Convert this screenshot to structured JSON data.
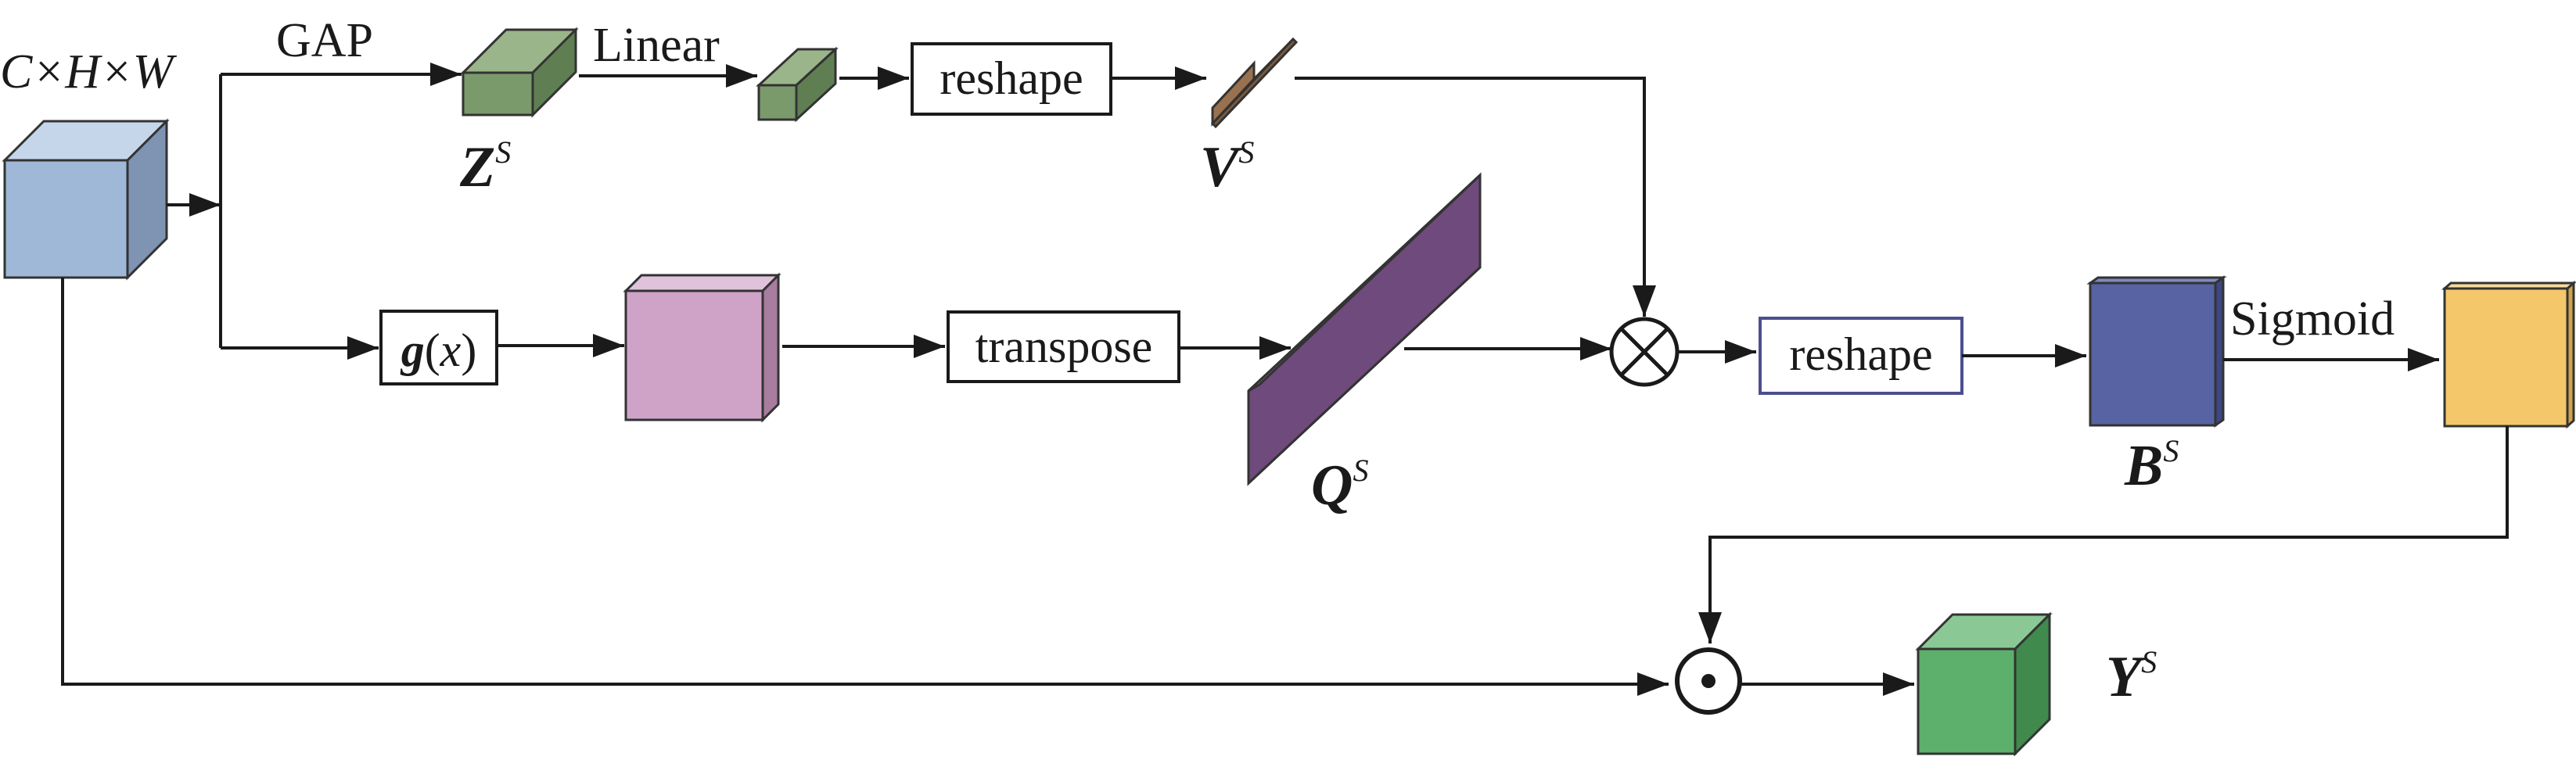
{
  "labels": {
    "input_dims": "C×H×W",
    "gap": "GAP",
    "linear": "Linear",
    "reshape_top": "reshape",
    "g_func": "g",
    "g_paren_open": "(",
    "g_arg": "x",
    "g_paren_close": ")",
    "transpose": "transpose",
    "reshape_mid": "reshape",
    "sigmoid": "Sigmoid"
  },
  "symbols": {
    "z": {
      "base": "Z",
      "sup": "S"
    },
    "v": {
      "base": "V",
      "sup": "S"
    },
    "q": {
      "base": "Q",
      "sup": "S"
    },
    "b": {
      "base": "B",
      "sup": "S"
    },
    "y": {
      "base": "Y",
      "sup": "S"
    }
  },
  "operators": {
    "matmul": "otimes-icon",
    "elementwise": "odot-icon"
  },
  "colors": {
    "input_cube": "#9fb8d8",
    "z_cube": "#7b9a6c",
    "linear_cube": "#7b9a6c",
    "v_slab": "#b08560",
    "g_cube": "#cfa3c8",
    "q_slab": "#6f4a7c",
    "b_cube": "#5763a2",
    "sigmoid_cube": "#f3c76a",
    "y_cube": "#5db06b"
  }
}
